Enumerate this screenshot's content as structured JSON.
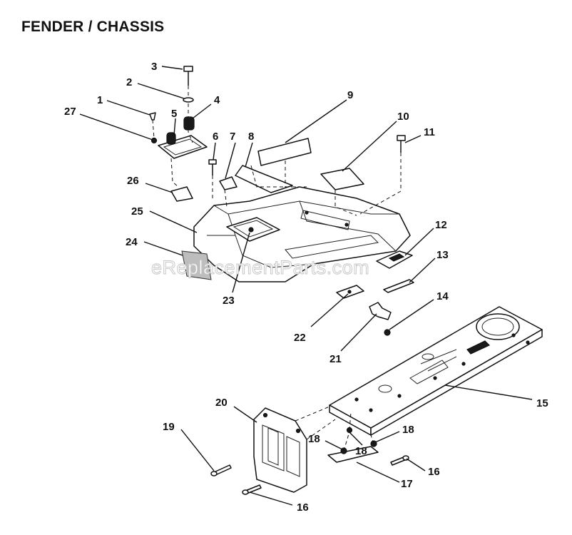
{
  "title": "FENDER / CHASSIS",
  "watermark": "eReplacementParts.com",
  "callouts": {
    "p1": "1",
    "p2": "2",
    "p3": "3",
    "p4": "4",
    "p5": "5",
    "p6": "6",
    "p7": "7",
    "p8": "8",
    "p9": "9",
    "p10": "10",
    "p11": "11",
    "p12": "12",
    "p13": "13",
    "p14": "14",
    "p15": "15",
    "p16a": "16",
    "p16b": "16",
    "p17": "17",
    "p18a": "18",
    "p18b": "18",
    "p18c": "18",
    "p19": "19",
    "p20": "20",
    "p21": "21",
    "p22": "22",
    "p23": "23",
    "p24": "24",
    "p25": "25",
    "p26": "26",
    "p27": "27"
  }
}
